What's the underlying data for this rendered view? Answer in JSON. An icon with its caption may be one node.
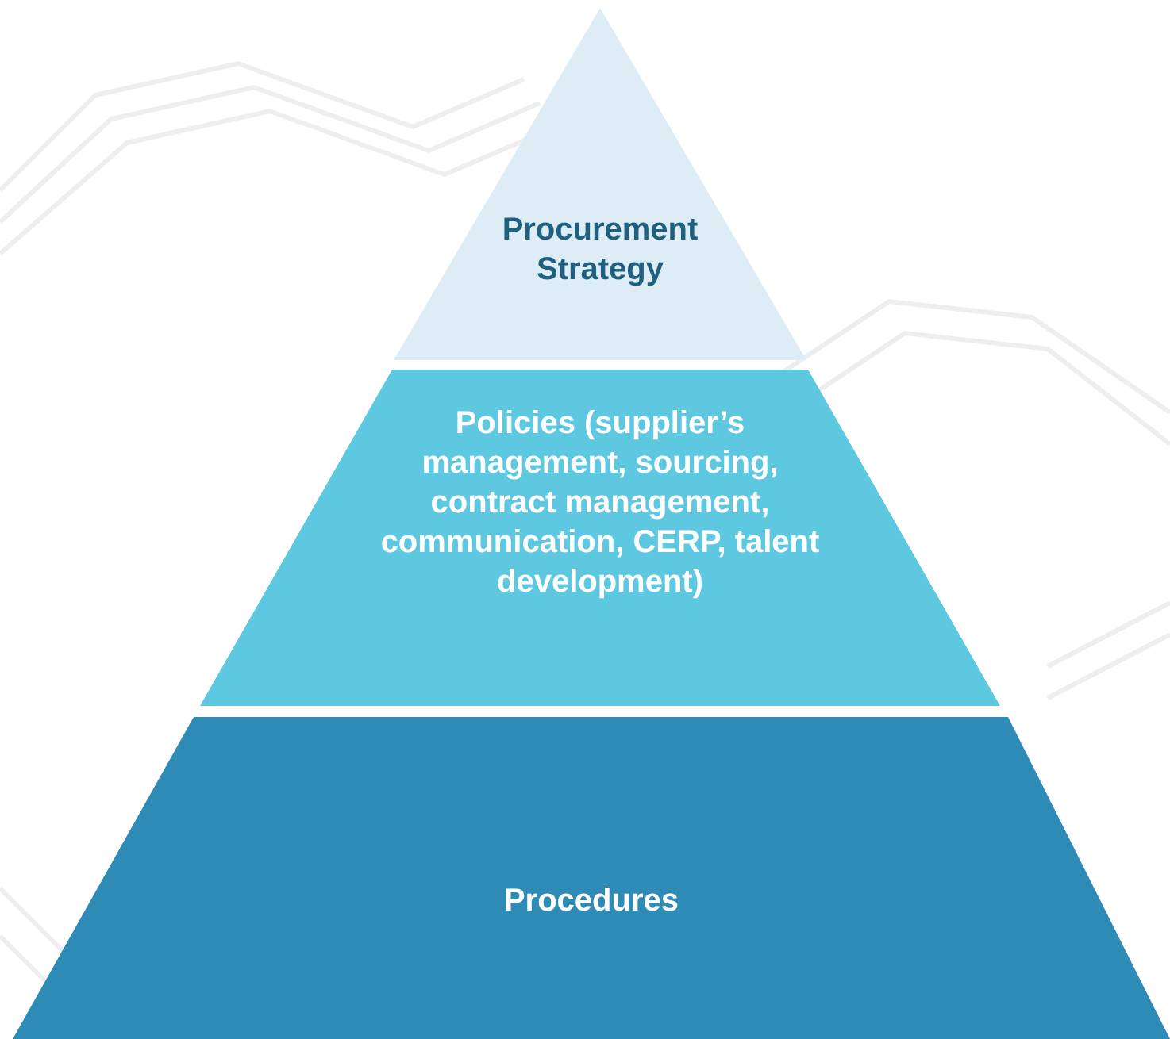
{
  "diagram": {
    "nodes": [
      {
        "text": [
          "Procurement Strategy"
        ]
      },
      {
        "text": [
          "Policies (supplier’s management, sourcing, contract management, communication, CERP, talent development)"
        ]
      },
      {
        "text": [
          "Procedures"
        ]
      }
    ]
  }
}
